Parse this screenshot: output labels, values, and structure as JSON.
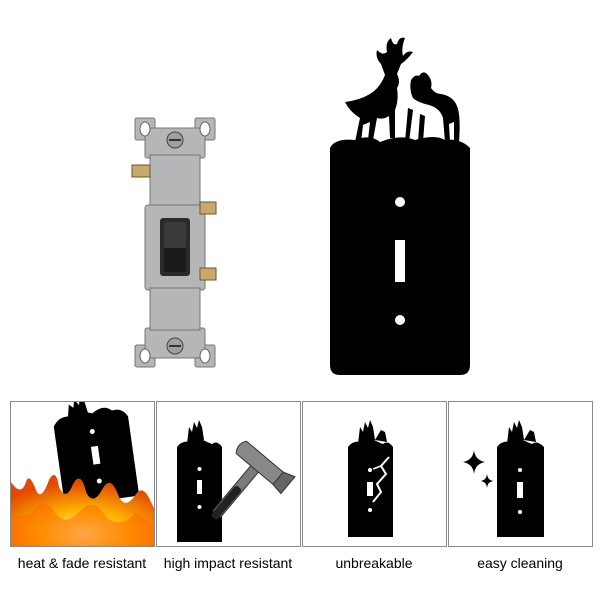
{
  "features": [
    {
      "id": "heat",
      "caption": "heat & fade resistant",
      "icon": "flame-icon"
    },
    {
      "id": "impact",
      "caption": "high impact resistant",
      "icon": "hammer-icon"
    },
    {
      "id": "unbreakable",
      "caption": "unbreakable",
      "icon": "crack-icon"
    },
    {
      "id": "cleaning",
      "caption": "easy cleaning",
      "icon": "sparkle-icon"
    }
  ],
  "colors": {
    "plate": "#000000",
    "switch_body": "#b5b6b8",
    "toggle": "#222222",
    "flame": "#ff7a00",
    "panel_border": "#8a8a8a"
  },
  "product": {
    "motif": "deer-couple-silhouette",
    "type": "single-toggle-switch-plate"
  }
}
